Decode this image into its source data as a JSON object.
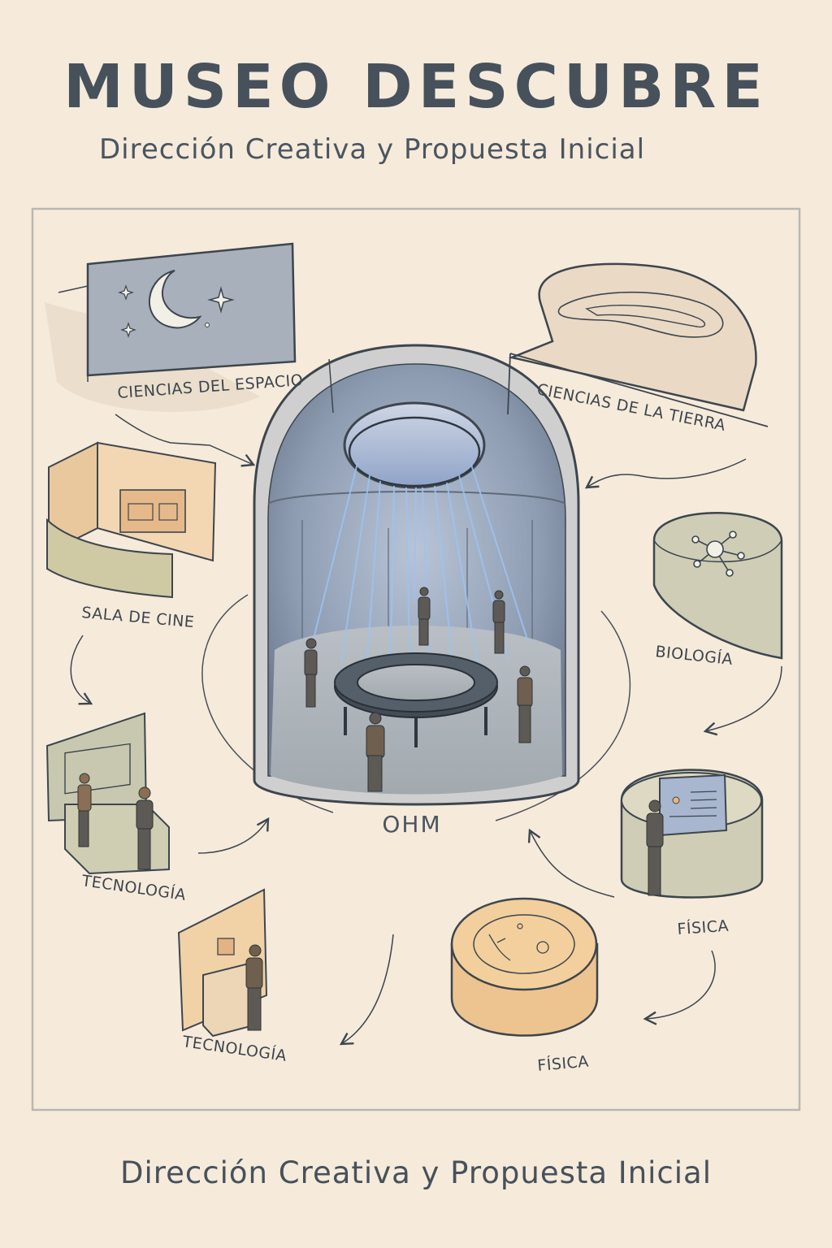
{
  "header": {
    "title": "MUSEO DESCUBRE",
    "subtitle": "Dirección Creativa y Propuesta Inicial"
  },
  "diagram": {
    "center_label": "OHM",
    "zones": [
      {
        "label": "CIENCIAS DEL ESPACIO"
      },
      {
        "label": "CIENCIAS DE LA TIERRA"
      },
      {
        "label": "SALA DE CINE"
      },
      {
        "label": "BIOLOGÍA"
      },
      {
        "label": "TECNOLOGÍA"
      },
      {
        "label": "FÍSICA"
      },
      {
        "label": "TECNOLOGÍA"
      },
      {
        "label": "FÍSICA"
      }
    ]
  },
  "footer": {
    "text": "Dirección Creativa y Propuesta Inicial"
  },
  "colors": {
    "background": "#f6eadb",
    "ink": "#3d464e",
    "dome_interior": "#8e9cb2",
    "light_beams": "#8fb4ea",
    "warm_accent": "#e8b878",
    "sage_accent": "#c8c5a8"
  }
}
